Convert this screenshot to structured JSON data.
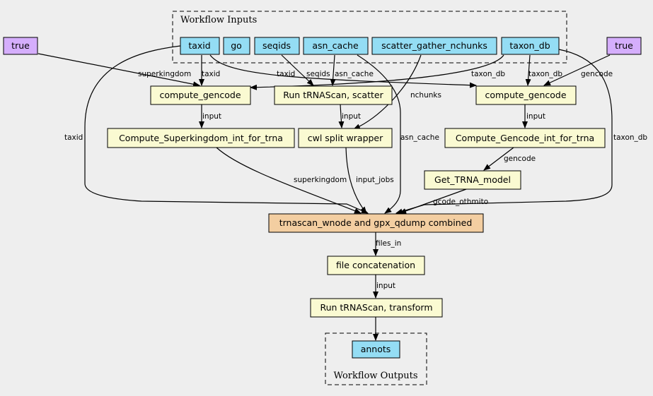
{
  "colors": {
    "background": "#eeeeee",
    "input": "#94ddf4",
    "step": "#fafad2",
    "combined": "#f3cea1",
    "constant": "#d5aefc",
    "line": "#000000"
  },
  "clusters": {
    "inputs_label": "Workflow Inputs",
    "outputs_label": "Workflow Outputs"
  },
  "nodes": {
    "true_left": "true",
    "taxid": "taxid",
    "go": "go",
    "seqids": "seqids",
    "asn_cache": "asn_cache",
    "scatter_gather_nchunks": "scatter_gather_nchunks",
    "taxon_db": "taxon_db",
    "true_right": "true",
    "compute_gencode_left": "compute_gencode",
    "run_trnascan_scatter": "Run tRNAScan, scatter",
    "compute_gencode_right": "compute_gencode",
    "compute_superkingdom": "Compute_Superkingdom_int_for_trna",
    "cwl_split_wrapper": "cwl split wrapper",
    "compute_gencode_int": "Compute_Gencode_int_for_trna",
    "get_trna_model": "Get_TRNA_model",
    "combined": "trnascan_wnode and gpx_qdump combined",
    "file_concatenation": "file concatenation",
    "run_trnascan_transform": "Run tRNAScan, transform",
    "annots": "annots"
  },
  "edge_labels": {
    "true_to_compute_gencode": "superkingdom",
    "taxid_to_compute_gencode": "taxid",
    "taxid_to_compute_gencode_right": "taxid",
    "seqids_to_scatter": "seqids",
    "asn_cache_to_scatter": "asn_cache",
    "taxon_db_to_compute_gencode_left": "taxon_db",
    "taxon_db_to_compute_gencode_right": "taxon_db",
    "true_right_to_compute_gencode": "gencode",
    "nchunks": "nchunks",
    "taxid_to_combined": "taxid",
    "compute_gencode_to_superkingdom": "input",
    "scatter_to_split": "input",
    "asn_cache_to_combined": "asn_cache",
    "compute_gencode_right_to_int": "input",
    "taxon_db_to_combined": "taxon_db",
    "gencode_to_model": "gencode",
    "superkingdom_to_combined": "superkingdom",
    "input_jobs": "input_jobs",
    "gcode_othmito": "gcode_othmito",
    "files_in": "files_in",
    "concat_to_transform": "input"
  }
}
